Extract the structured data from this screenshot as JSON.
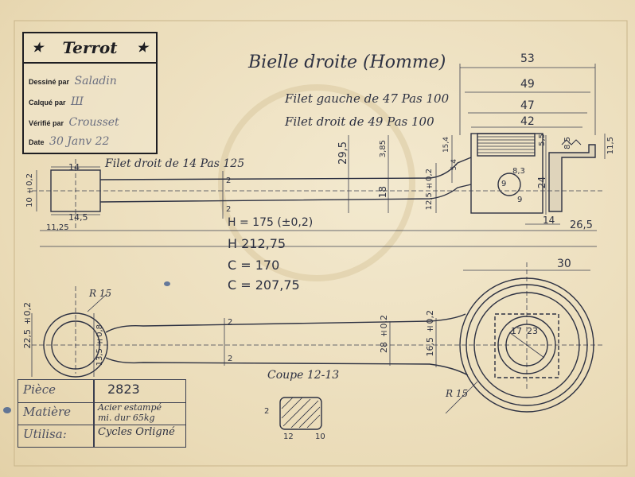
{
  "title_block": {
    "company": "Terrot",
    "designed_label": "Dessiné par",
    "designed_value": "Saladin",
    "traced_label": "Calqué par",
    "traced_value": "Ш",
    "checked_label": "Vérifié par",
    "checked_value": "Crousset",
    "date_label": "Date",
    "date_value": "30 Janv 22"
  },
  "drawing": {
    "title": "Bielle droite (Homme)",
    "note_left_thread": "Filet gauche de 47  Pas 100",
    "note_right_thread": "Filet droit de 49  Pas 100",
    "note_small_thread": "Filet droit de 14  Pas 125",
    "dims_top": [
      "53",
      "49",
      "47",
      "42"
    ],
    "dims_hub": [
      "5,5",
      "8,5",
      "11,5",
      "24",
      "14",
      "26,5"
    ],
    "dims_arm": [
      "14",
      "10 ±0,2",
      "14,5",
      "11,25",
      "2",
      "2",
      "29,5",
      "18",
      "12,5 ±0,2",
      "15,4",
      "3,85",
      "5,4",
      "9",
      "8,3",
      "9"
    ],
    "formulas": [
      "H = 175 (±0,2)",
      "H  212,75",
      "C = 170",
      "C = 207,75"
    ],
    "dims_plan": [
      "30",
      "22,5 ±0,2",
      "13,5 ±0,8",
      "R 15",
      "2",
      "2",
      "28 ±0,2",
      "16,5 ±0,2",
      "R 15",
      "17",
      "23"
    ],
    "section_title": "Coupe 12-13",
    "section_dims": [
      "2",
      "12",
      "10"
    ]
  },
  "form": {
    "piece_label": "Pièce",
    "piece_value": "2823",
    "material_label": "Matière",
    "material_value_1": "Acier estampé",
    "material_value_2": "mi. dur 65kg",
    "use_label": "Utilisa:",
    "use_value": "Cycles Orligné"
  }
}
